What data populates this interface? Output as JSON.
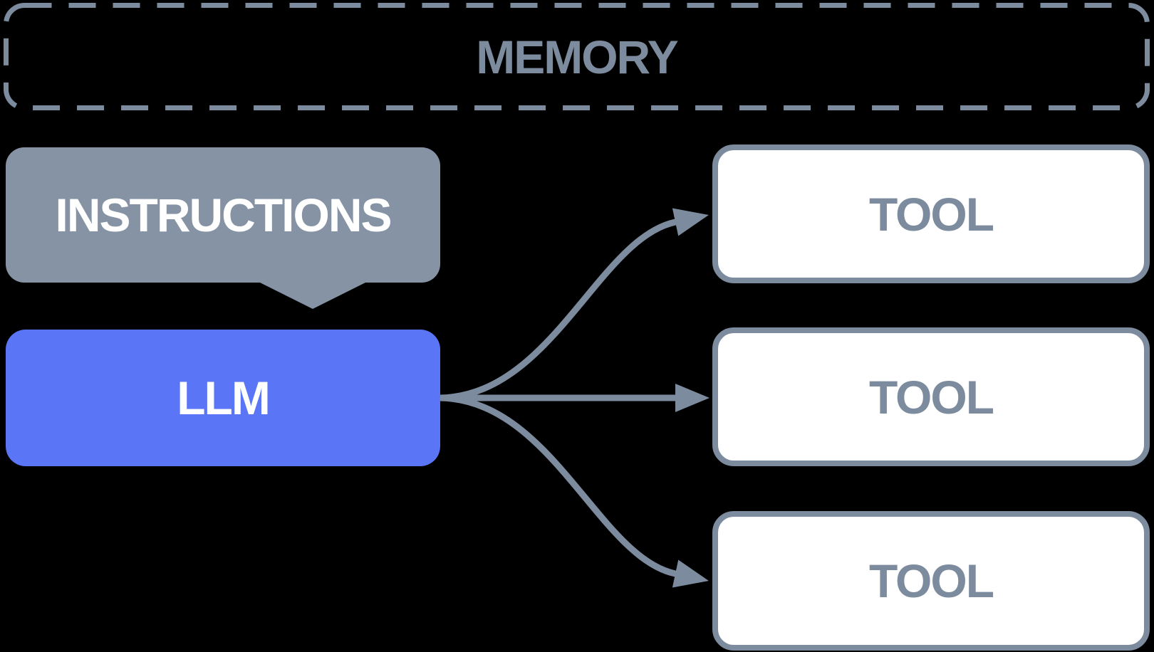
{
  "diagram": {
    "memory": {
      "label": "MEMORY"
    },
    "instructions": {
      "label": "INSTRUCTIONS"
    },
    "llm": {
      "label": "LLM"
    },
    "tools": [
      {
        "label": "TOOL"
      },
      {
        "label": "TOOL"
      },
      {
        "label": "TOOL"
      }
    ]
  },
  "colors": {
    "background": "#000000",
    "slate": "#7C8B9E",
    "gray-box": "#8593A4",
    "blue": "#5A76F6",
    "white": "#FFFFFF"
  }
}
